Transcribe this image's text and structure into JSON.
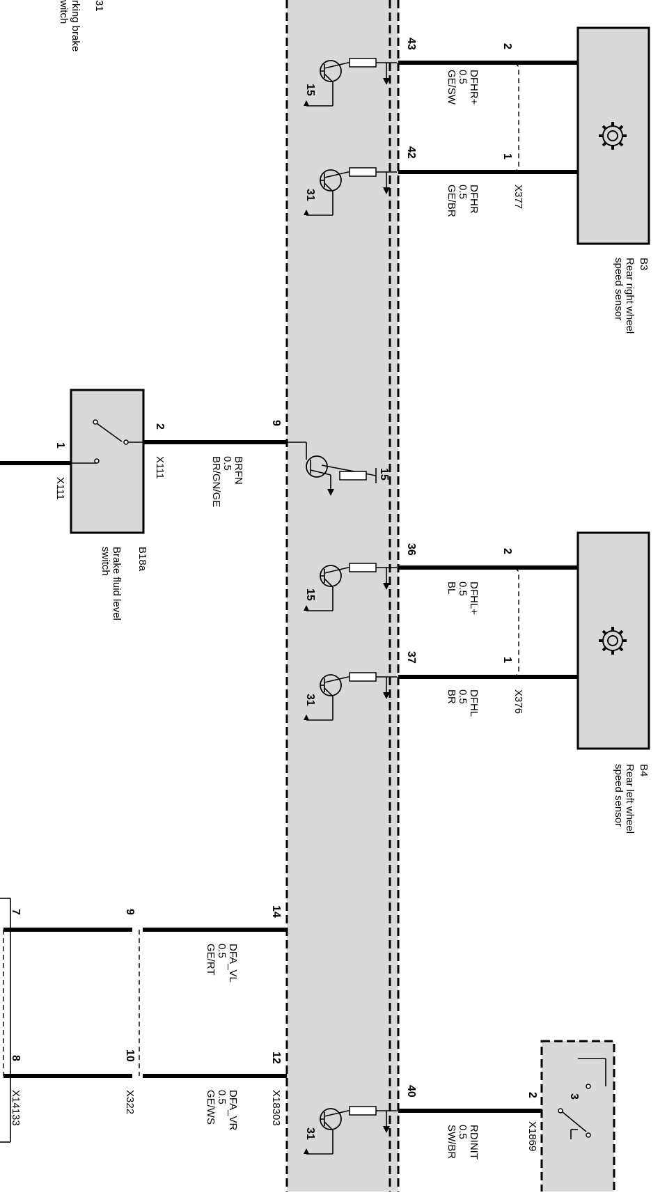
{
  "top_left_label": {
    "code": "31",
    "lines": [
      "rking brake",
      "witch"
    ]
  },
  "module_connector": "X18303",
  "sensors": [
    {
      "code": "B3",
      "name_lines": [
        "Rear right wheel",
        "speed sensor"
      ],
      "connector": "X377",
      "wires": [
        {
          "module_pin": "43",
          "sensor_pin": "2",
          "signal": "DFHR+",
          "gauge": "0.5",
          "color": "GE/SW",
          "ref": "15"
        },
        {
          "module_pin": "42",
          "sensor_pin": "1",
          "signal": "DFHR",
          "gauge": "0.5",
          "color": "GE/BR",
          "ref": "31"
        }
      ]
    },
    {
      "code": "B4",
      "name_lines": [
        "Rear left wheel",
        "speed sensor"
      ],
      "connector": "X376",
      "wires": [
        {
          "module_pin": "36",
          "sensor_pin": "2",
          "signal": "DFHL+",
          "gauge": "0.5",
          "color": "BL",
          "ref": "15"
        },
        {
          "module_pin": "37",
          "sensor_pin": "1",
          "signal": "DFHL",
          "gauge": "0.5",
          "color": "BR",
          "ref": "31"
        }
      ]
    }
  ],
  "brake_fluid": {
    "code": "B18a",
    "name_lines": [
      "Brake fluid level",
      "switch"
    ],
    "connector": "X111",
    "pin_module_side": "2",
    "pin_outer": "1",
    "connector_outer": "X111",
    "module_pin": "9",
    "signal": "BRFN",
    "gauge": "0.5",
    "color": "BR/GN/GE",
    "ref": "15"
  },
  "front_wires": [
    {
      "module_pin": "14",
      "mid_pin": "9",
      "far_pin": "7",
      "signal": "DFA_VL",
      "gauge": "0.5",
      "color": "GE/RT"
    },
    {
      "module_pin": "12",
      "mid_pin": "10",
      "far_pin": "8",
      "signal": "DFA_VR",
      "gauge": "0.5",
      "color": "GE/WS"
    }
  ],
  "front_connectors": {
    "mid": "X322",
    "far": "X14133"
  },
  "rdinit": {
    "module_pin": "40",
    "sw_pin": "2",
    "sw_pin3": "3",
    "connector": "X1869",
    "signal": "RDINIT",
    "gauge": "0.5",
    "color": "SW/BR",
    "ref": "31"
  }
}
